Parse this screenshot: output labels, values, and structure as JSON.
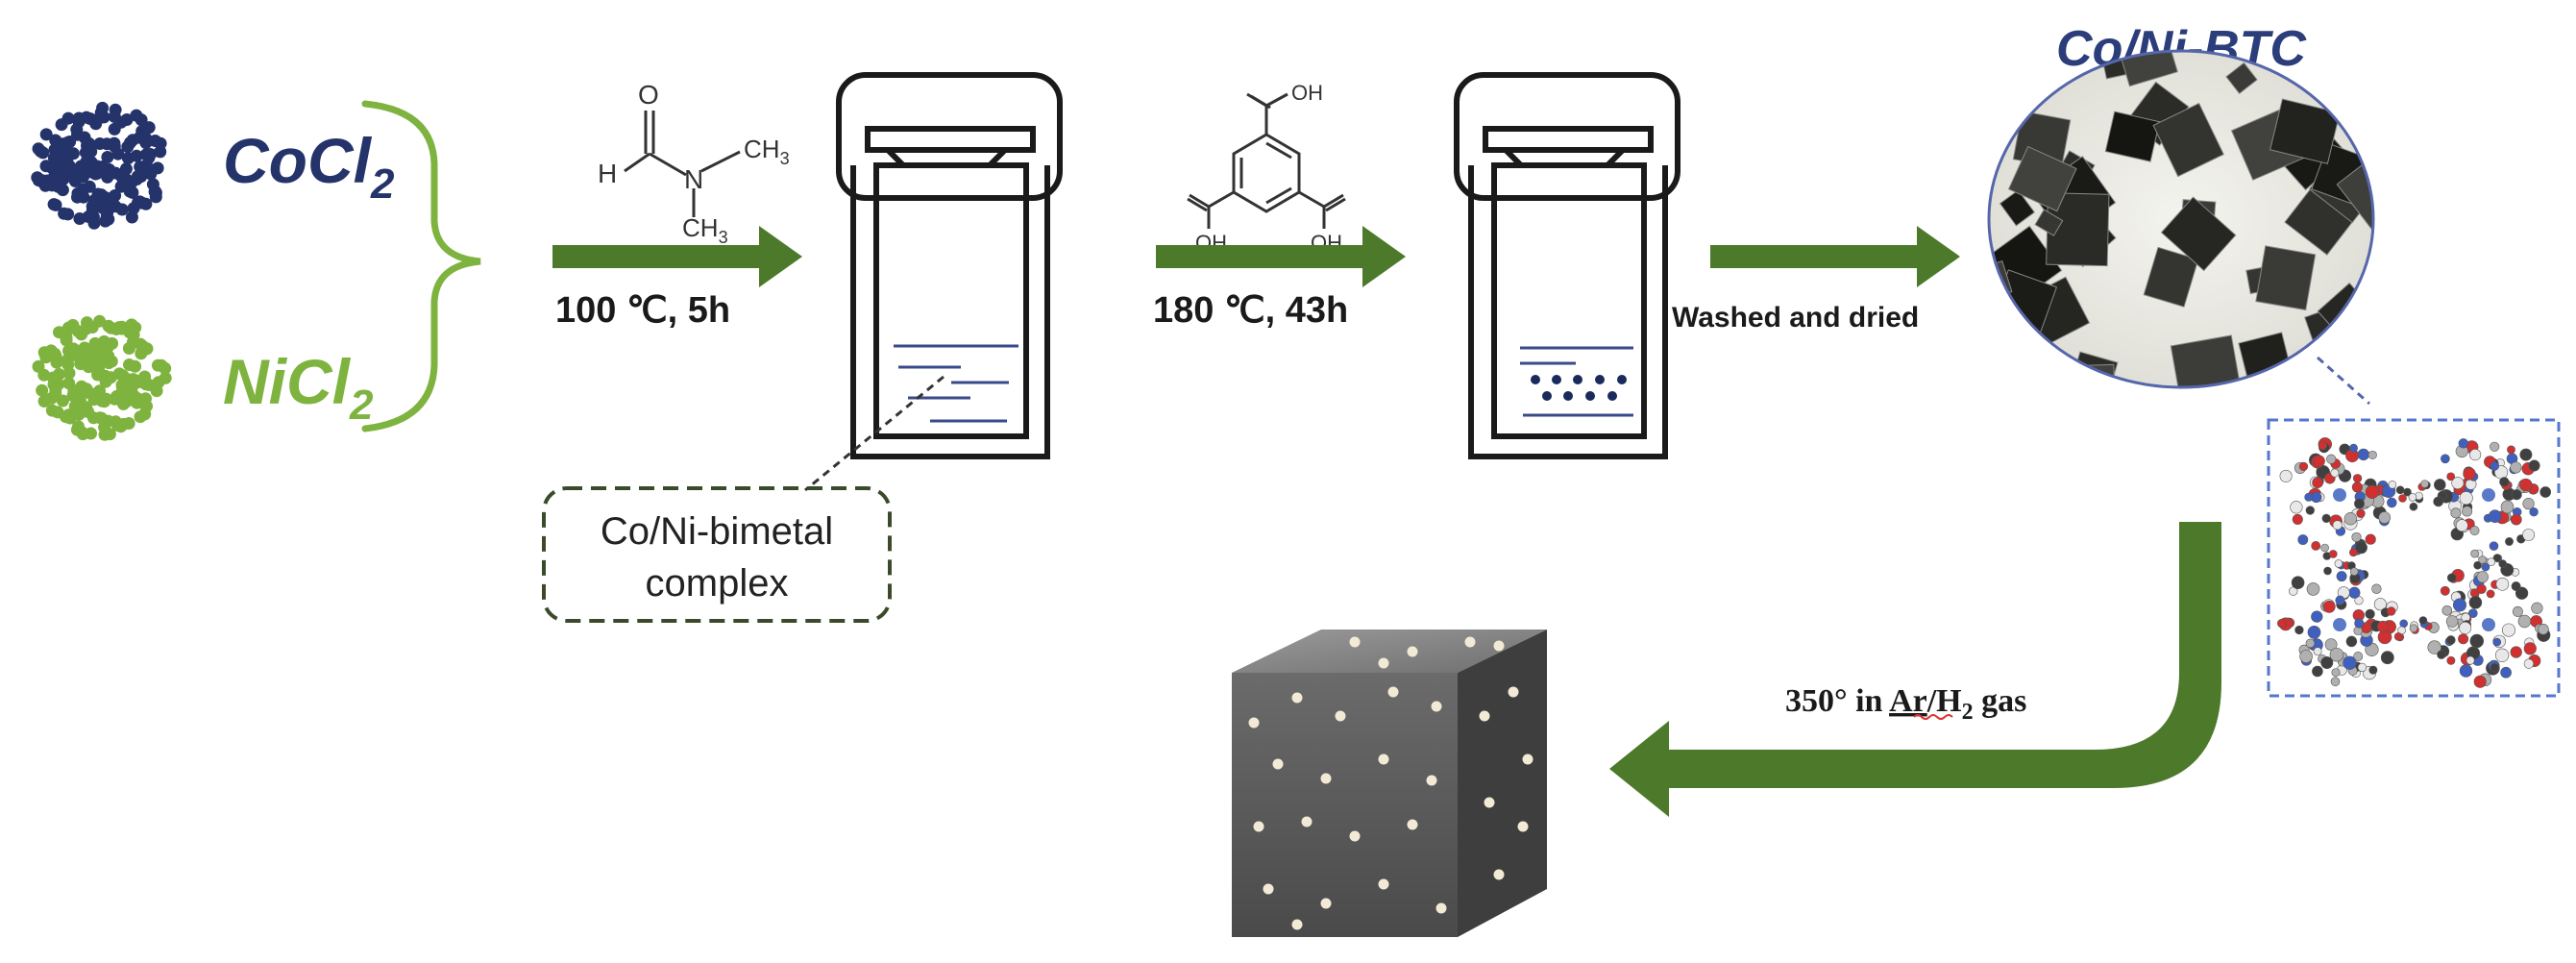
{
  "reagents": {
    "cocl2": {
      "main": "CoCl",
      "sub": "2",
      "color": "#25336b"
    },
    "nicl2": {
      "main": "NiCl",
      "sub": "2",
      "color": "#7fb33f"
    }
  },
  "dmf": {
    "o": "O",
    "h": "H",
    "n": "N",
    "ch3_top": "CH",
    "ch3_bottom": "CH",
    "sub3": "3"
  },
  "btc": {
    "oh_top": "OH",
    "oh_left": "OH",
    "oh_right": "OH"
  },
  "steps": {
    "step1": "100 ℃, 5h",
    "step2": "180 ℃, 43h",
    "step3": "Washed and dried",
    "step4_pre": "350° in ",
    "step4_ar": "Ar",
    "step4_mid": "/H",
    "step4_sub": "2",
    "step4_post": " gas"
  },
  "callout": {
    "line1": "Co/Ni-bimetal",
    "line2": "complex"
  },
  "product": {
    "label": "Co/Ni-BTC",
    "color": "#2b3d7a"
  },
  "colors": {
    "arrow": "#4d7a2a",
    "dashed_box": "#3a4a2a",
    "frame_line": "#5566aa"
  }
}
